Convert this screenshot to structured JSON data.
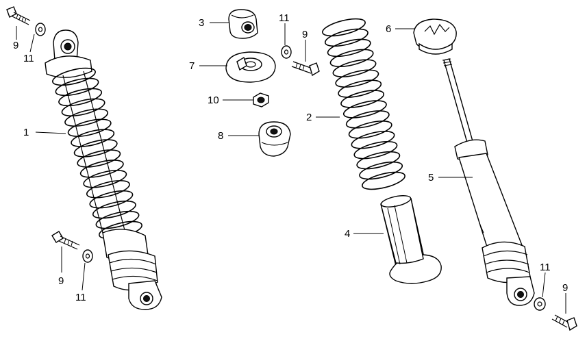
{
  "callouts": [
    {
      "id": "c1",
      "text": "1"
    },
    {
      "id": "c2",
      "text": "2"
    },
    {
      "id": "c3",
      "text": "3"
    },
    {
      "id": "c4",
      "text": "4"
    },
    {
      "id": "c5",
      "text": "5"
    },
    {
      "id": "c6",
      "text": "6"
    },
    {
      "id": "c7",
      "text": "7"
    },
    {
      "id": "c8",
      "text": "8"
    },
    {
      "id": "c9a",
      "text": "9"
    },
    {
      "id": "c9b",
      "text": "9"
    },
    {
      "id": "c9c",
      "text": "9"
    },
    {
      "id": "c9d",
      "text": "9"
    },
    {
      "id": "c10",
      "text": "10"
    },
    {
      "id": "c11a",
      "text": "11"
    },
    {
      "id": "c11b",
      "text": "11"
    },
    {
      "id": "c11c",
      "text": "11"
    },
    {
      "id": "c11d",
      "text": "11"
    }
  ]
}
